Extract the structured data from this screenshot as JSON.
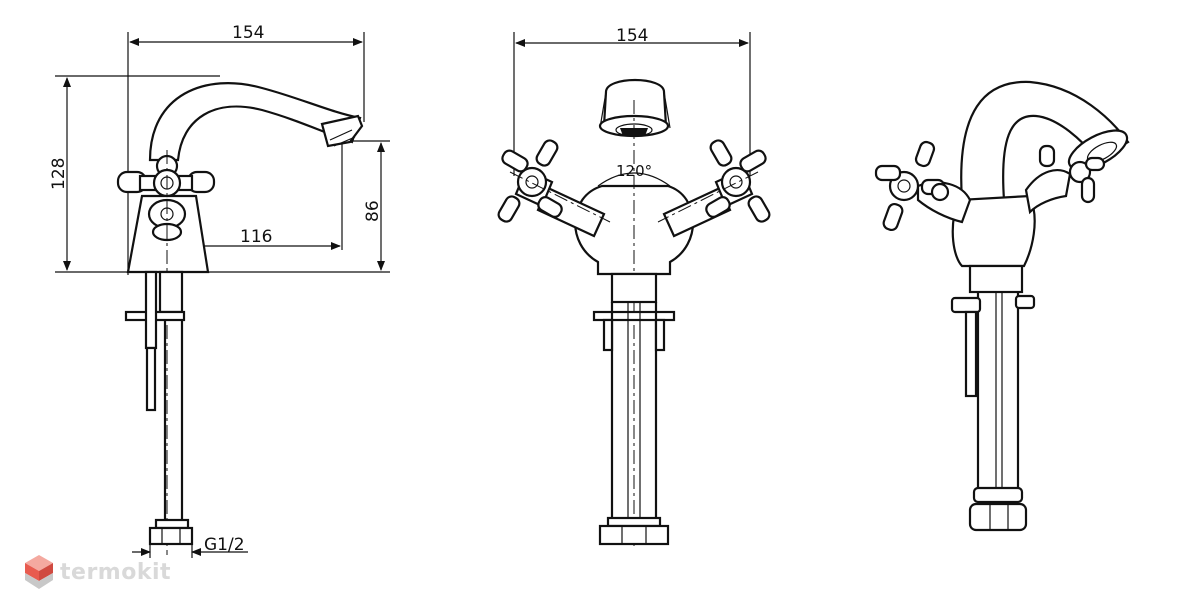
{
  "drawing": {
    "dimensions": {
      "side_width": "154",
      "side_height": "128",
      "side_reach": "116",
      "side_spout_height": "86",
      "front_width": "154",
      "handle_angle": "120°",
      "connection_thread": "G1/2"
    }
  },
  "watermark": {
    "brand": "termokit",
    "colors": {
      "hex_top": "#f4a9a0",
      "hex_mid": "#e85b4f",
      "hex_bottom": "#b7b7b7"
    }
  }
}
